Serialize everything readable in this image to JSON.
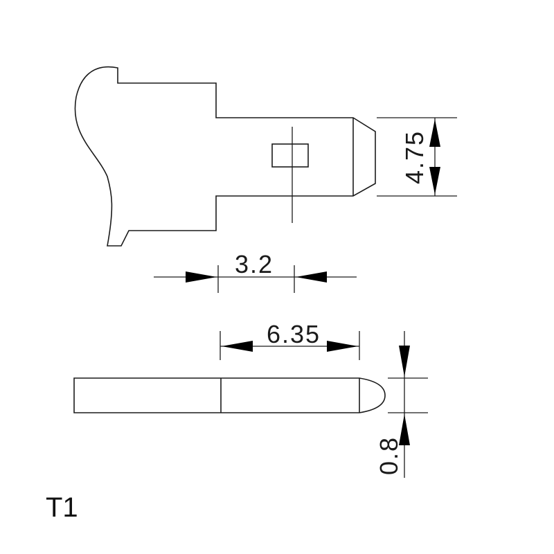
{
  "drawing": {
    "part_label": "T1",
    "dimensions": {
      "tab_width": "4.75",
      "hole_offset": "3.2",
      "tab_length": "6.35",
      "thickness": "0.8"
    }
  }
}
